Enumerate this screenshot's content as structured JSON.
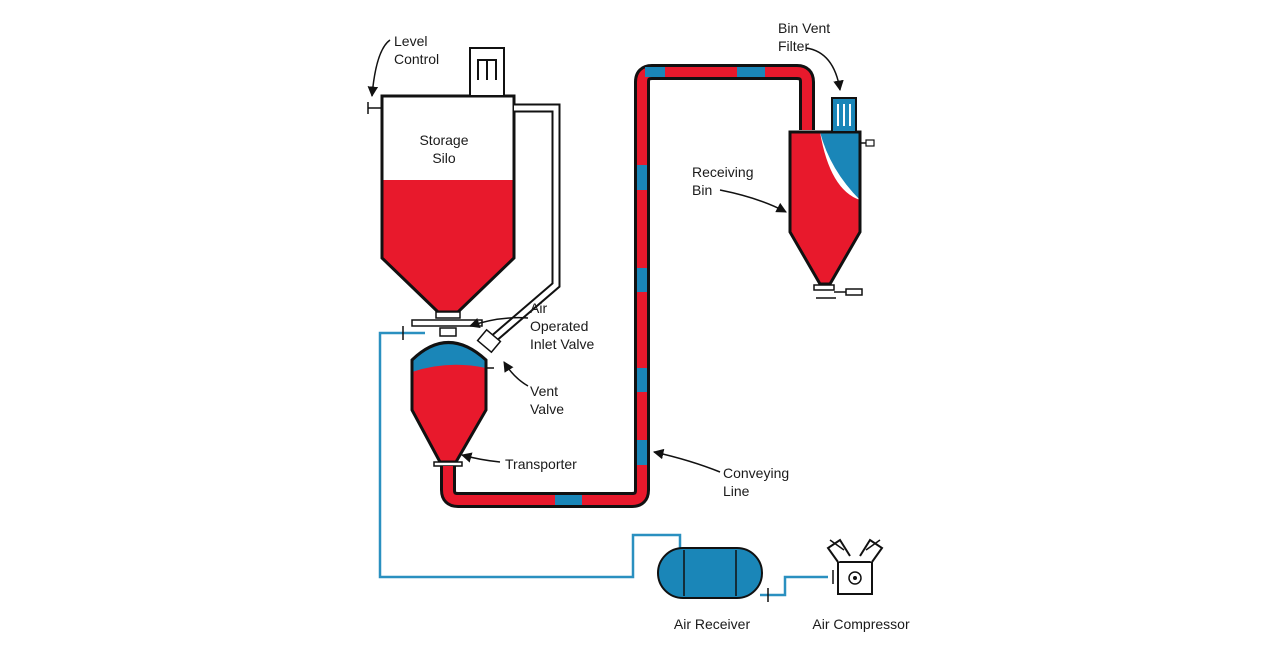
{
  "labels": {
    "level_control": [
      "Level",
      "Control"
    ],
    "storage_silo": [
      "Storage",
      "Silo"
    ],
    "air_operated_inlet_valve": [
      "Air",
      "Operated",
      "Inlet Valve"
    ],
    "vent_valve": [
      "Vent",
      "Valve"
    ],
    "transporter": "Transporter",
    "conveying_line": [
      "Conveying",
      "Line"
    ],
    "bin_vent_filter": [
      "Bin Vent",
      "Filter"
    ],
    "receiving_bin": [
      "Receiving",
      "Bin"
    ],
    "air_receiver": "Air Receiver",
    "air_compressor": "Air Compressor"
  },
  "colors": {
    "material": "#e8192c",
    "air": "#1a86b8",
    "outline": "#111111",
    "air_line": "#2a90c0"
  }
}
